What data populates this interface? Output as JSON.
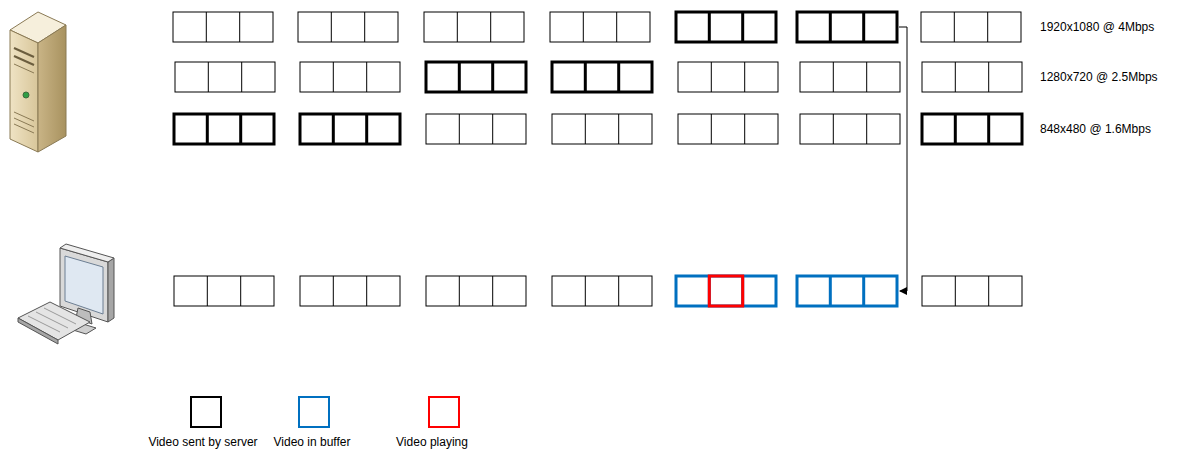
{
  "diagram": {
    "labels": [
      "1920x1080 @ 4Mbps",
      "1280x720 @ 2.5Mbps",
      "848x480 @ 1.6Mbps"
    ],
    "legend": [
      {
        "text": "Video sent by server",
        "color": "#000000"
      },
      {
        "text": "Video in buffer",
        "color": "#0070c0"
      },
      {
        "text": "Video playing",
        "color": "#ff0000"
      }
    ]
  }
}
